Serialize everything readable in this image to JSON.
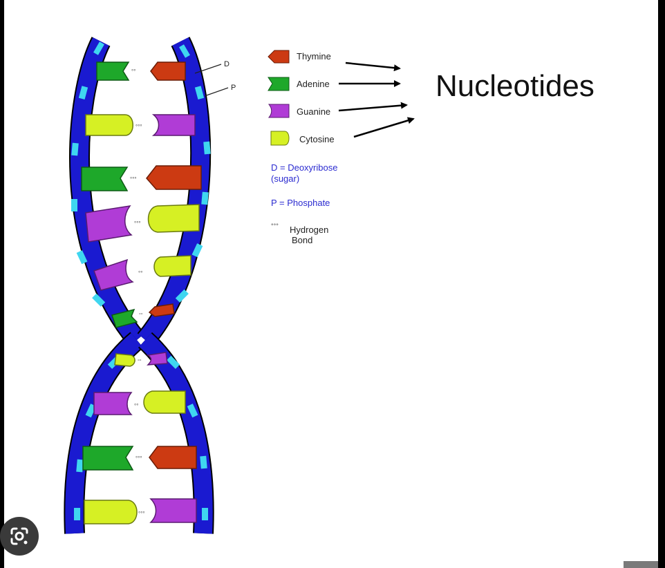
{
  "diagram": {
    "title": "Nucleotides",
    "strand_labels": {
      "deoxyribose": "D",
      "phosphate": "P"
    },
    "legend": {
      "thymine": "Thymine",
      "adenine": "Adenine",
      "guanine": "Guanine",
      "cytosine": "Cytosine",
      "deoxyribose_line1": "D = Deoxyribose",
      "deoxyribose_line2": "(sugar)",
      "phosphate": "P = Phosphate",
      "hydrogen_bond_symbol": "°°°",
      "hydrogen_line1": "Hydrogen",
      "hydrogen_line2": "Bond"
    },
    "colors": {
      "thymine": "#cc3a12",
      "adenine": "#1ea82a",
      "guanine": "#b03cd6",
      "cytosine": "#d6f024",
      "backbone": "#1a1ad0",
      "phosphate": "#3fd6f0",
      "legend_blue": "#2b2bd0"
    }
  },
  "overlay": {
    "lens_icon": "google-lens-icon"
  }
}
